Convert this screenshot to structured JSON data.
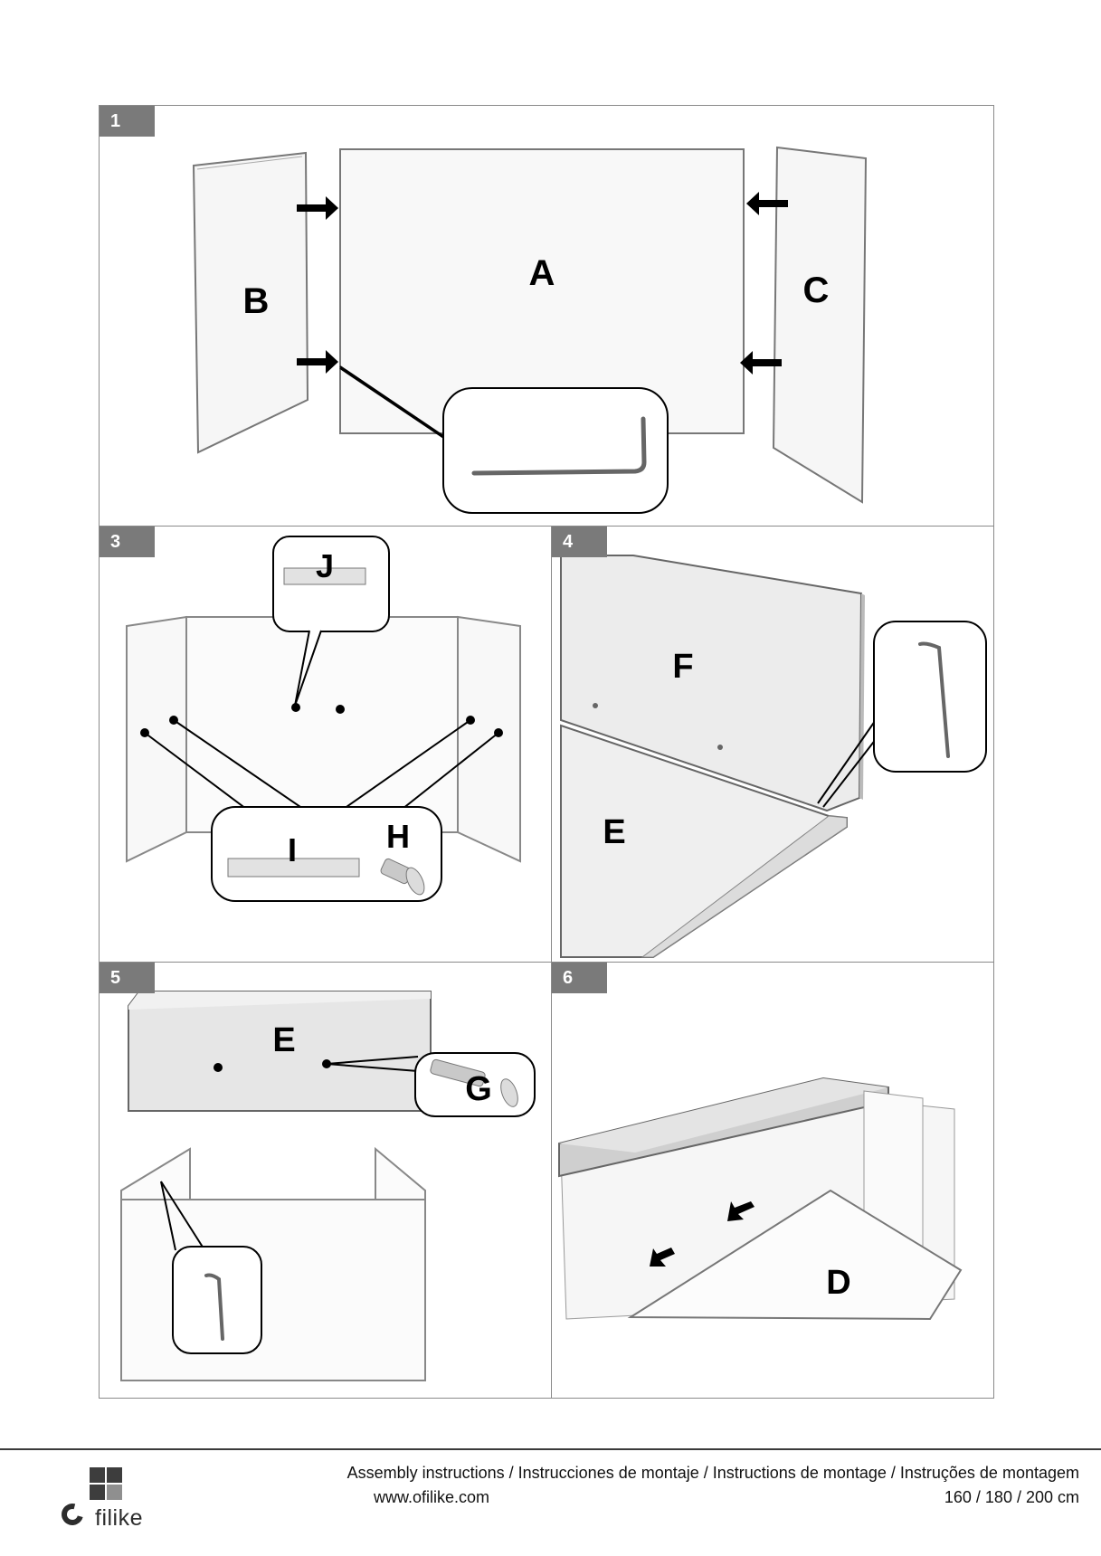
{
  "steps": [
    {
      "number": "1",
      "labels": {
        "a": "A",
        "b": "B",
        "c": "C"
      }
    },
    {
      "number": "3",
      "labels": {
        "j": "J",
        "i": "I",
        "h": "H"
      }
    },
    {
      "number": "4",
      "labels": {
        "f": "F",
        "e": "E"
      }
    },
    {
      "number": "5",
      "labels": {
        "e": "E",
        "g": "G"
      }
    },
    {
      "number": "6",
      "labels": {
        "d": "D"
      }
    }
  ],
  "footer": {
    "title": "Assembly instructions / Instrucciones de montaje / Instructions de montage / Instruções de montagem",
    "url": "www.ofilike.com",
    "sizes": "160 / 180 / 200 cm",
    "logo_text": "filike"
  },
  "colors": {
    "badge": "#7a7a7a",
    "frame": "#8a8a8a",
    "ink": "#000000"
  }
}
